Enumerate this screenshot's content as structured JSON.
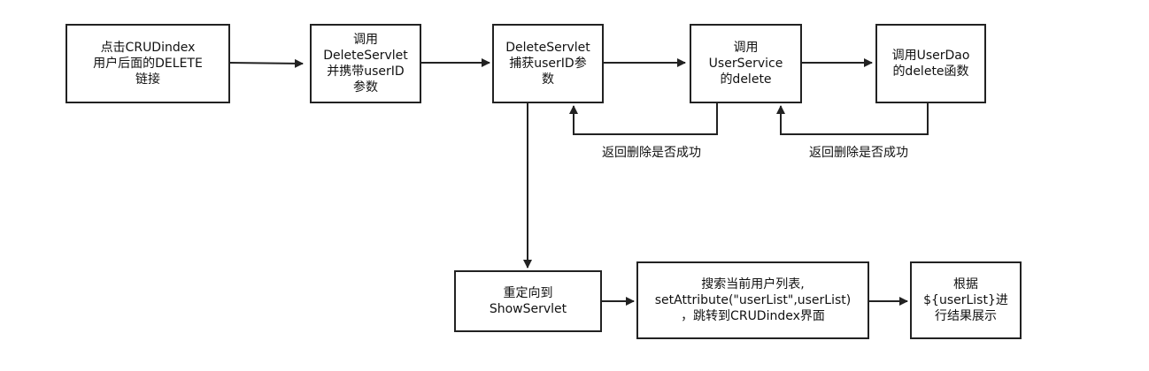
{
  "nodes": [
    {
      "id": "click-delete",
      "lines": [
        "点击CRUDindex",
        "用户后面的DELETE",
        "链接"
      ]
    },
    {
      "id": "call-servlet",
      "lines": [
        "调用",
        "DeleteServlet",
        "并携带userID",
        "参数"
      ]
    },
    {
      "id": "capture-param",
      "lines": [
        "DeleteServlet",
        "捕获userID参",
        "数"
      ]
    },
    {
      "id": "call-service",
      "lines": [
        "调用",
        "UserService",
        "的delete"
      ]
    },
    {
      "id": "call-dao",
      "lines": [
        "调用UserDao",
        "的delete函数"
      ]
    },
    {
      "id": "redirect",
      "lines": [
        "重定向到",
        "ShowServlet"
      ]
    },
    {
      "id": "search-list",
      "lines": [
        "搜索当前用户列表,",
        "setAttribute(\"userList\",userList)",
        "，跳转到CRUDindex界面"
      ]
    },
    {
      "id": "display",
      "lines": [
        "根据",
        "${userList}进",
        "行结果展示"
      ]
    }
  ],
  "edge_labels": [
    {
      "id": "return-from-service",
      "text": "返回删除是否成功"
    },
    {
      "id": "return-from-dao",
      "text": "返回删除是否成功"
    }
  ],
  "colors": {
    "stroke": "#222222",
    "text": "#111111",
    "background": "#ffffff"
  }
}
